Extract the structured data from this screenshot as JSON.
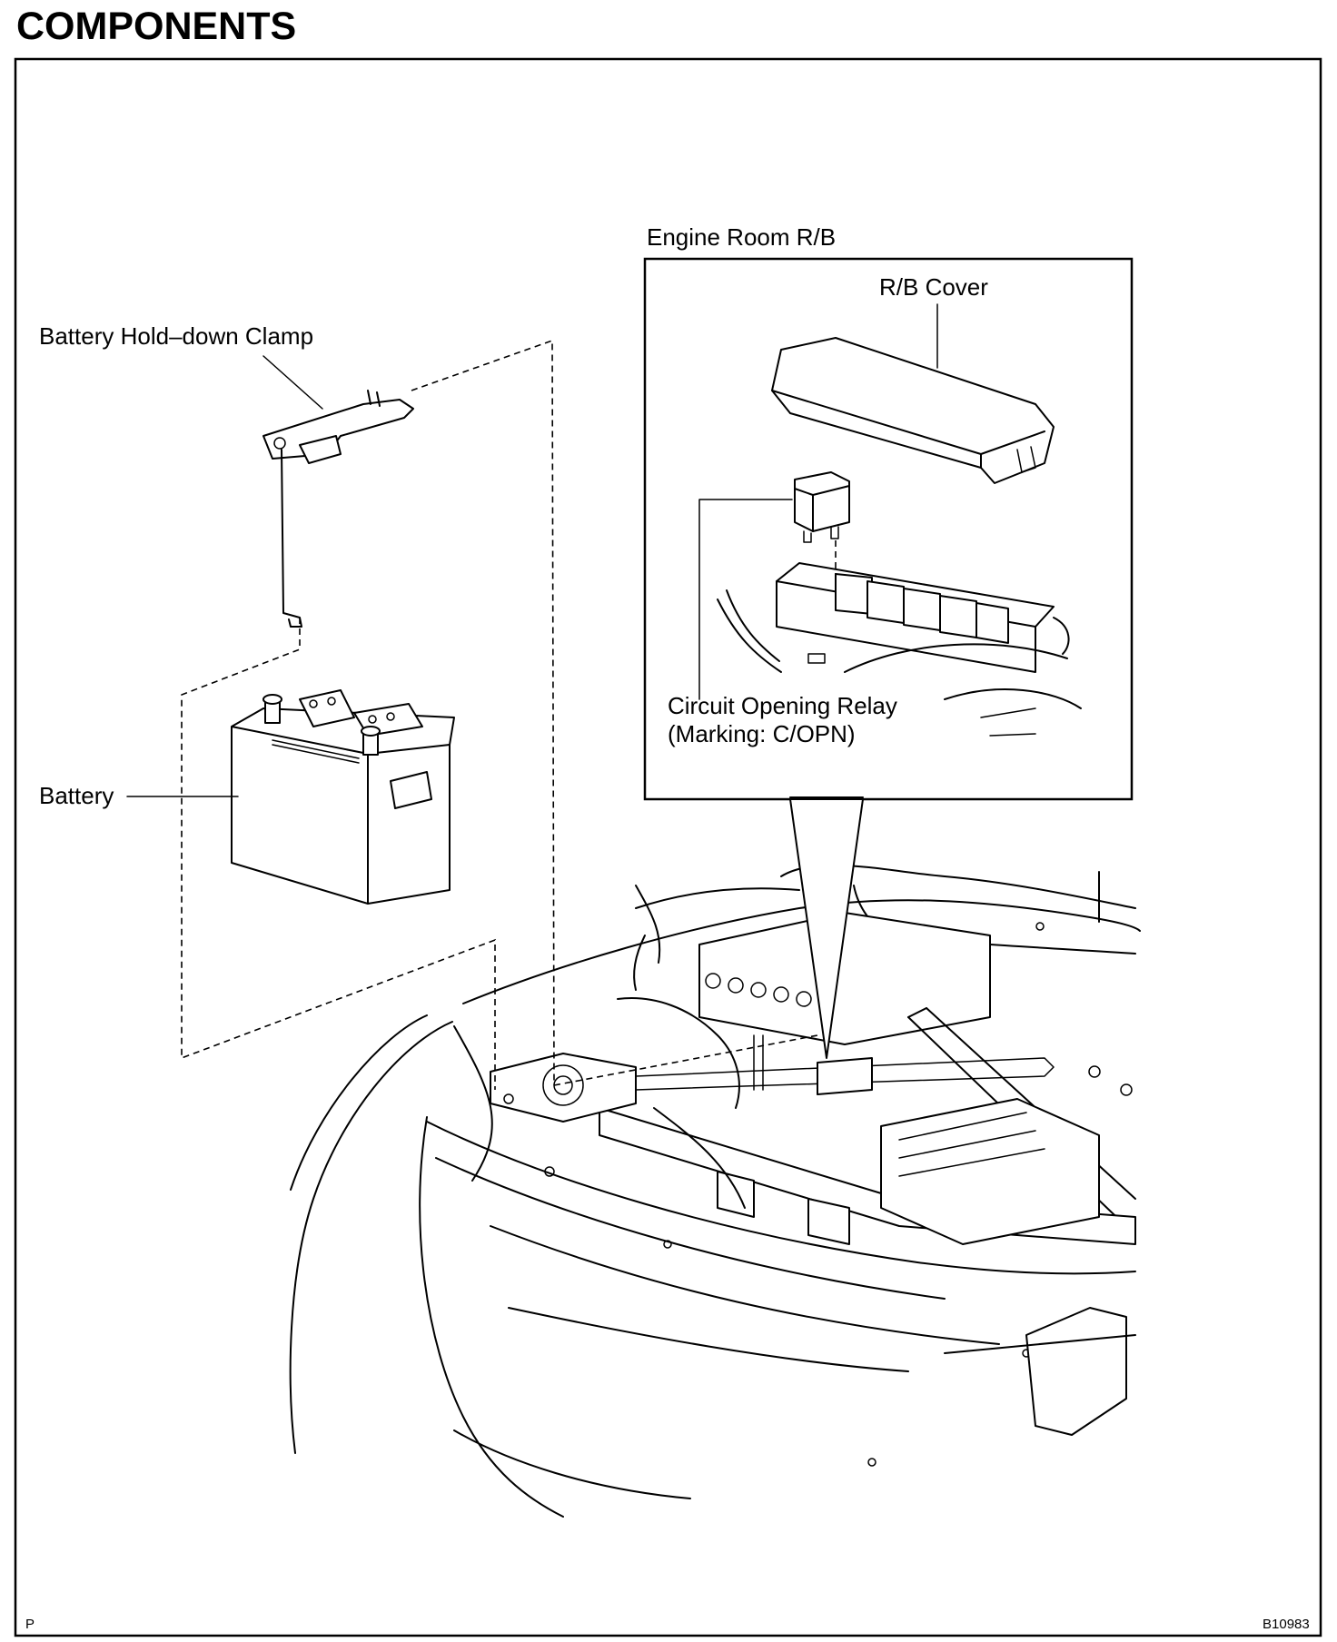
{
  "page_title": "COMPONENTS",
  "labels": {
    "battery_clamp": "Battery Hold–down Clamp",
    "battery": "Battery",
    "engine_room_rb": "Engine Room R/B",
    "rb_cover": "R/B Cover",
    "relay_line1": "Circuit Opening Relay",
    "relay_line2": "(Marking: C/OPN)"
  },
  "footer": {
    "left_code": "P",
    "figure_id": "B10983"
  }
}
